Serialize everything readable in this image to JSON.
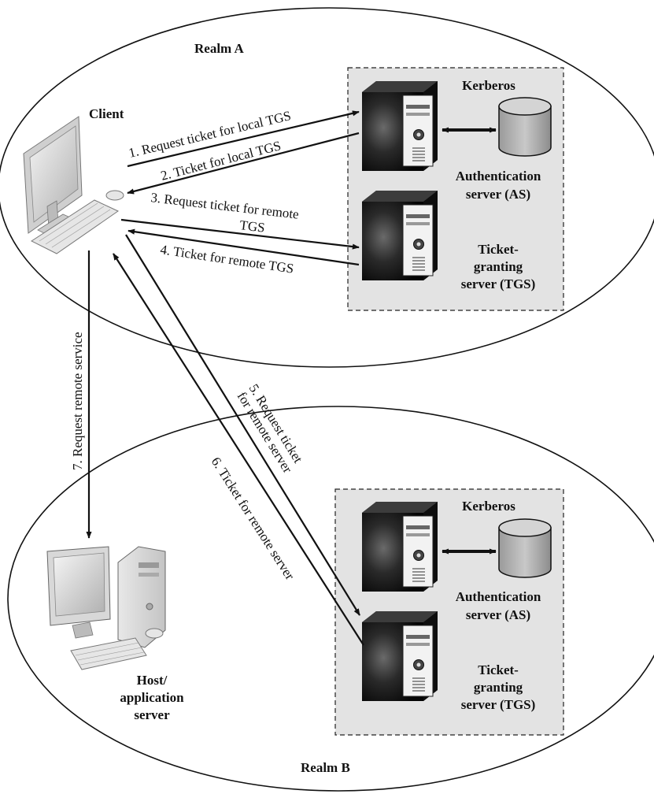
{
  "realm_a": {
    "label": "Realm A",
    "client_label": "Client",
    "kerberos": {
      "title": "Kerberos",
      "as_label_1": "Authentication",
      "as_label_2": "server (AS)",
      "tgs_label_1": "Ticket-",
      "tgs_label_2": "granting",
      "tgs_label_3": "server (TGS)"
    }
  },
  "realm_b": {
    "label": "Realm B",
    "host_label_1": "Host/",
    "host_label_2": "application",
    "host_label_3": "server",
    "kerberos": {
      "title": "Kerberos",
      "as_label_1": "Authentication",
      "as_label_2": "server (AS)",
      "tgs_label_1": "Ticket-",
      "tgs_label_2": "granting",
      "tgs_label_3": "server (TGS)"
    }
  },
  "messages": {
    "m1": "1. Request ticket for local TGS",
    "m2": "2. Ticket for local TGS",
    "m3_line1": "3. Request ticket for remote",
    "m3_line2": "TGS",
    "m4": "4. Ticket for remote TGS",
    "m5_line1": "5. Request ticket",
    "m5_line2": "for remote server",
    "m6": "6. Ticket for remote server",
    "m7": "7. Request remote service"
  }
}
